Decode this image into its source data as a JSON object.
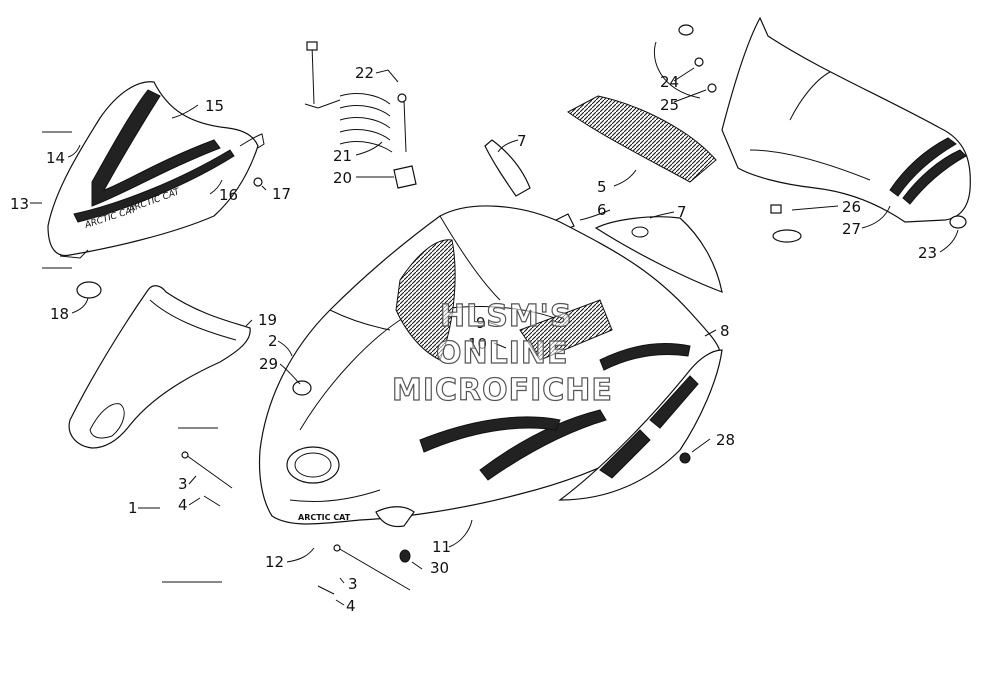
{
  "watermark": [
    "HLSM'S",
    "ONLINE",
    "MICROFICHE"
  ],
  "decal_text": {
    "brand_logo": "ARCTIC CAT"
  },
  "callouts": {
    "c1": "1",
    "c2": "2",
    "c3a": "3",
    "c3b": "3",
    "c4a": "4",
    "c4b": "4",
    "c5": "5",
    "c6": "6",
    "c7a": "7",
    "c7b": "7",
    "c8": "8",
    "c9": "9",
    "c10": "10",
    "c11": "11",
    "c12": "12",
    "c13": "13",
    "c14": "14",
    "c15": "15",
    "c16": "16",
    "c17": "17",
    "c18": "18",
    "c19": "19",
    "c20": "20",
    "c21": "21",
    "c22": "22",
    "c23": "23",
    "c24": "24",
    "c25": "25",
    "c26": "26",
    "c27": "27",
    "c28": "28",
    "c29": "29",
    "c30": "30"
  }
}
